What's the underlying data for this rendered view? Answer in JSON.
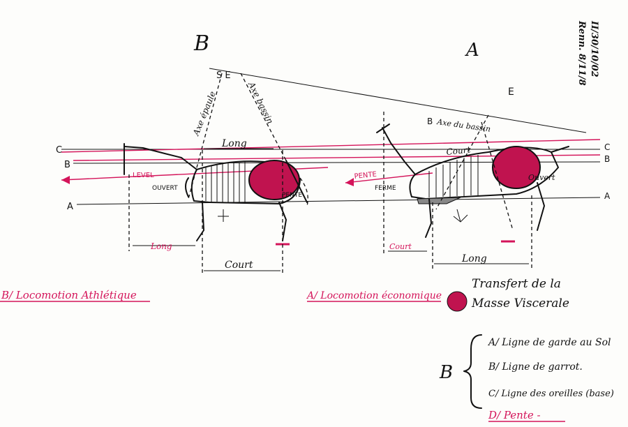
{
  "annotations": {
    "corner_top": "II/30/10/02",
    "corner_sub": "Renn. 8/11/8"
  },
  "panel_b": {
    "title": "B",
    "se_label": "S E",
    "axe_epaule": "Axe épaule",
    "axe_bassin": "Axe bassin",
    "long_top": "Long",
    "level": "LEVEL",
    "ouvert": "OUVERT",
    "pente": "PENTE",
    "long_bottom": "Long",
    "court": "Court",
    "caption": "B/ Locomotion Athlétique"
  },
  "panel_a": {
    "title": "A",
    "e_label": "E",
    "b_label": "B",
    "axe_bassin": "Axe du bassin",
    "court_top": "Court",
    "pente": "PENTE",
    "ferme": "FERME",
    "ouvert": "Ouvert",
    "court_bottom": "Court",
    "long_bottom": "Long",
    "caption": "A/ Locomotion économique"
  },
  "line_labels_left": [
    "C",
    "B",
    "A"
  ],
  "line_labels_right": [
    "C",
    "B",
    "A"
  ],
  "transfert": {
    "line1": "Transfert de la",
    "line2": "Masse Viscerale"
  },
  "legend": {
    "letter": "B",
    "items": [
      "A/ Ligne de garde au Sol",
      "B/ Ligne de garrot.",
      "C/ Ligne des oreilles (base)"
    ],
    "pente": "D/ Pente -"
  },
  "colors": {
    "ink": "#111111",
    "pink": "#d4145a",
    "mass": "#c0134f"
  }
}
